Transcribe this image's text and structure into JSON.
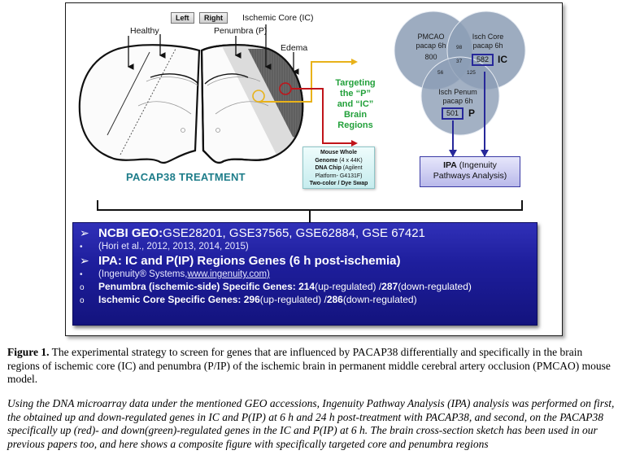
{
  "figure": {
    "brain_panel": {
      "buttons": {
        "left": "Left",
        "right": "Right"
      },
      "labels": {
        "healthy": "Healthy",
        "penumbra": "Penumbra (P)",
        "ischemic_core": "Ischemic Core (IC)",
        "edema": "Edema"
      },
      "target_text": [
        "Targeting",
        "the “P”",
        "and “IC”",
        "Brain",
        "Regions"
      ],
      "treatment_title": "PACAP38  TREATMENT",
      "colors": {
        "core": "#5f5f5f",
        "penumbra": "#dcdcdc",
        "penumbra_arrow": "#e8b21a",
        "core_arrow": "#c0141a",
        "target_text": "#22a03a",
        "treatment_title": "#1e7d8a"
      }
    },
    "chip_box": {
      "line1": "Mouse Whole",
      "line2_bold": "Genome",
      "line2_rest": " (4 x 44K)",
      "line3_bold": "DNA Chip",
      "line3_rest": " (Agilent",
      "line4": "Platform- G4131F)",
      "line5": "Two-color / Dye Swap"
    },
    "venn": {
      "sets": [
        {
          "name": "PMCAO",
          "sub": "pacap 6h",
          "only": "800"
        },
        {
          "name": "Isch Core",
          "sub": "pacap 6h",
          "only": "582",
          "tag": "IC"
        },
        {
          "name": "Isch Penum",
          "sub": "pacap 6h",
          "only": "501",
          "tag": "P"
        }
      ],
      "overlaps": {
        "pmcao_core": "98",
        "all_three": "37",
        "pmcao_penum": "56",
        "core_penum": "125"
      },
      "colors": {
        "circle": "#8c9db5",
        "box": "#27289a"
      }
    },
    "ipa_box": {
      "bold": "IPA",
      "line1_rest": " (Ingenuity",
      "line2": "Pathways Analysis)"
    },
    "geo_panel": {
      "rows": [
        {
          "bullet": "➢",
          "bold": "NCBI  GEO:",
          "rest": " GSE28201, GSE37565, GSE62884, GSE 67421"
        },
        {
          "bullet": "•",
          "text": "(Hori et al., 2012, 2013, 2014, 2015)"
        },
        {
          "bullet": "➢",
          "bold": "IPA:  IC and P(IP) Regions Genes (6 h post-ischemia)"
        },
        {
          "bullet": "•",
          "text": "(Ingenuity®  Systems, ",
          "link": "www.ingenuity.com)"
        },
        {
          "bullet": "o",
          "bold1": "Penumbra (ischemic-side) Specific Genes: 214",
          "mid": " (up-regulated)  / ",
          "bold2": "287",
          "end": "(down-regulated)"
        },
        {
          "bullet": "o",
          "bold1": "Ischemic Core Specific Genes: 296",
          "mid": " (up-regulated)  / ",
          "bold2": "286",
          "end": " (down-regulated)"
        }
      ],
      "colors": {
        "background": "#1e1e9c"
      }
    }
  },
  "caption": {
    "label": "Figure 1.",
    "text": " The experimental strategy to screen for genes that are influenced by PACAP38 differentially and specifically in the brain regions of ischemic core (IC) and penumbra (P/IP) of the ischemic brain in permanent middle cerebral artery occlusion (PMCAO) mouse model.",
    "note": "Using the DNA microarray data under the mentioned GEO accessions, Ingenuity Pathway Analysis (IPA) analysis was performed on first, the obtained up and down-regulated genes in IC and P(IP) at 6 h and 24 h post-treatment with PACAP38, and second, on the PACAP38 specifically up (red)- and down(green)-regulated genes in the IC and P(IP) at 6 h. The brain cross-section sketch has been used in our previous papers too, and here shows a composite figure with specifically targeted core and penumbra regions"
  }
}
